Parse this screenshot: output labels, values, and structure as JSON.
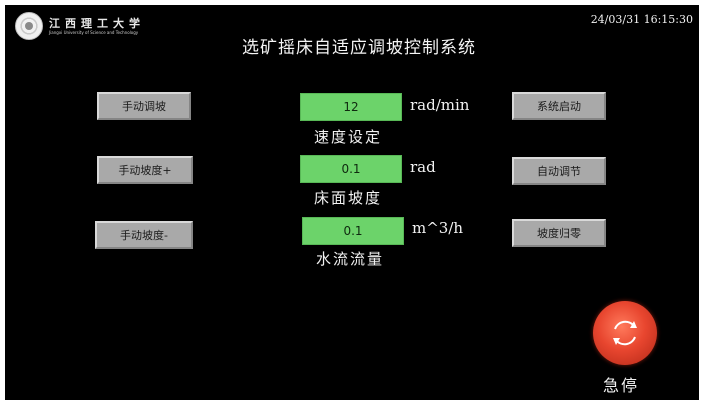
{
  "header": {
    "university_cn": "江西理工大学",
    "university_en": "Jiangxi University of Science and Technology",
    "datetime": "24/03/31  16:15:30",
    "title": "选矿摇床自适应调坡控制系统"
  },
  "left_buttons": {
    "manual_slope": "手动调坡",
    "manual_slope_up": "手动坡度+",
    "manual_slope_down": "手动坡度-"
  },
  "right_buttons": {
    "system_start": "系统启动",
    "auto_adjust": "自动调节",
    "slope_reset": "坡度归零"
  },
  "fields": {
    "speed": {
      "value": "12",
      "unit": "rad/min",
      "label": "速度设定"
    },
    "bed_slope": {
      "value": "0.1",
      "unit": "rad",
      "label": "床面坡度"
    },
    "water_flow": {
      "value": "0.1",
      "unit": "m^3/h",
      "label": "水流流量"
    }
  },
  "emergency_stop": {
    "label": "急停",
    "color": "#e8462f"
  },
  "colors": {
    "field_bg": "#6cd36a",
    "button_bg": "#a9a9a9",
    "screen_bg": "#000000"
  }
}
